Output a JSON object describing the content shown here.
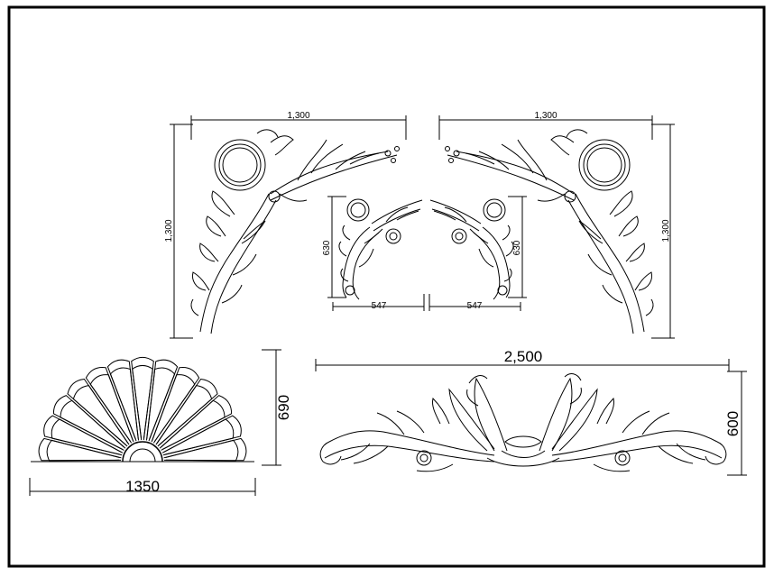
{
  "drawing": {
    "dimensions": {
      "corner_left_width": "1,300",
      "corner_left_height": "1,300",
      "corner_right_width": "1,300",
      "corner_right_height": "1,300",
      "small_left_width": "547",
      "small_left_height": "630",
      "small_right_width": "547",
      "small_right_height": "630",
      "fan_width": "1350",
      "fan_height": "690",
      "crest_width": "2,500",
      "crest_height": "600"
    }
  }
}
